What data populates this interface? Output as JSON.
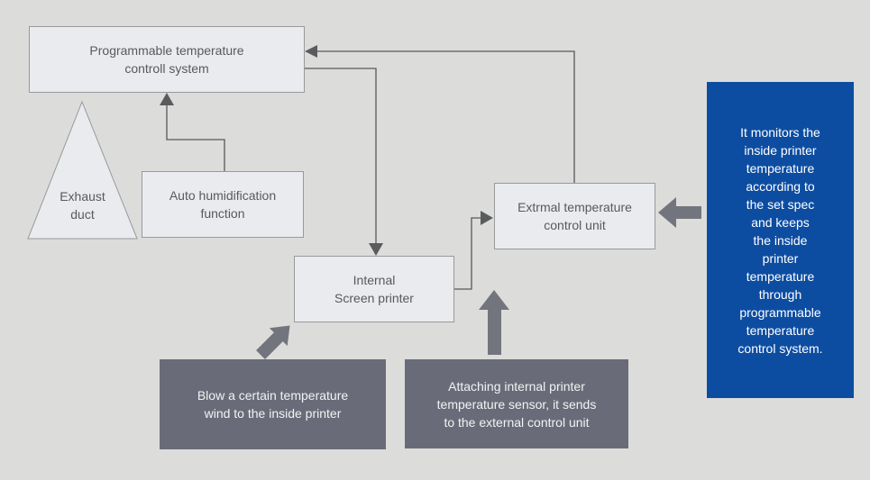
{
  "colors": {
    "background": "#dcdcda",
    "node_fill": "#e9ebee",
    "node_border": "#97999b",
    "node_text": "#58595b",
    "dark_node_fill": "#696c78",
    "dark_node_text": "#f2f3f4",
    "accent_blue": "#0d4da1",
    "connector_line": "#58595b",
    "thick_arrow": "#73757e"
  },
  "nodes": {
    "programmable": {
      "lines": [
        "Programmable temperature",
        "controll system"
      ]
    },
    "exhaust": {
      "lines": [
        "Exhaust",
        "duct"
      ]
    },
    "auto_humidification": {
      "lines": [
        "Auto humidification",
        "function"
      ]
    },
    "internal_printer": {
      "lines": [
        "Internal",
        "Screen printer"
      ]
    },
    "external_unit": {
      "lines": [
        "Extrmal temperature",
        "control unit"
      ]
    },
    "blow": {
      "lines": [
        "Blow a certain temperature",
        "wind to the inside printer"
      ]
    },
    "attaching": {
      "lines": [
        "Attaching internal printer",
        "temperature sensor, it sends",
        "to the external control unit"
      ]
    }
  },
  "callout": {
    "lines": [
      "It monitors the",
      "inside printer",
      "temperature",
      "according to",
      "the set spec",
      "and keeps",
      "the inside",
      "printer",
      "temperature",
      "through",
      "programmable",
      "temperature",
      "control system."
    ]
  }
}
